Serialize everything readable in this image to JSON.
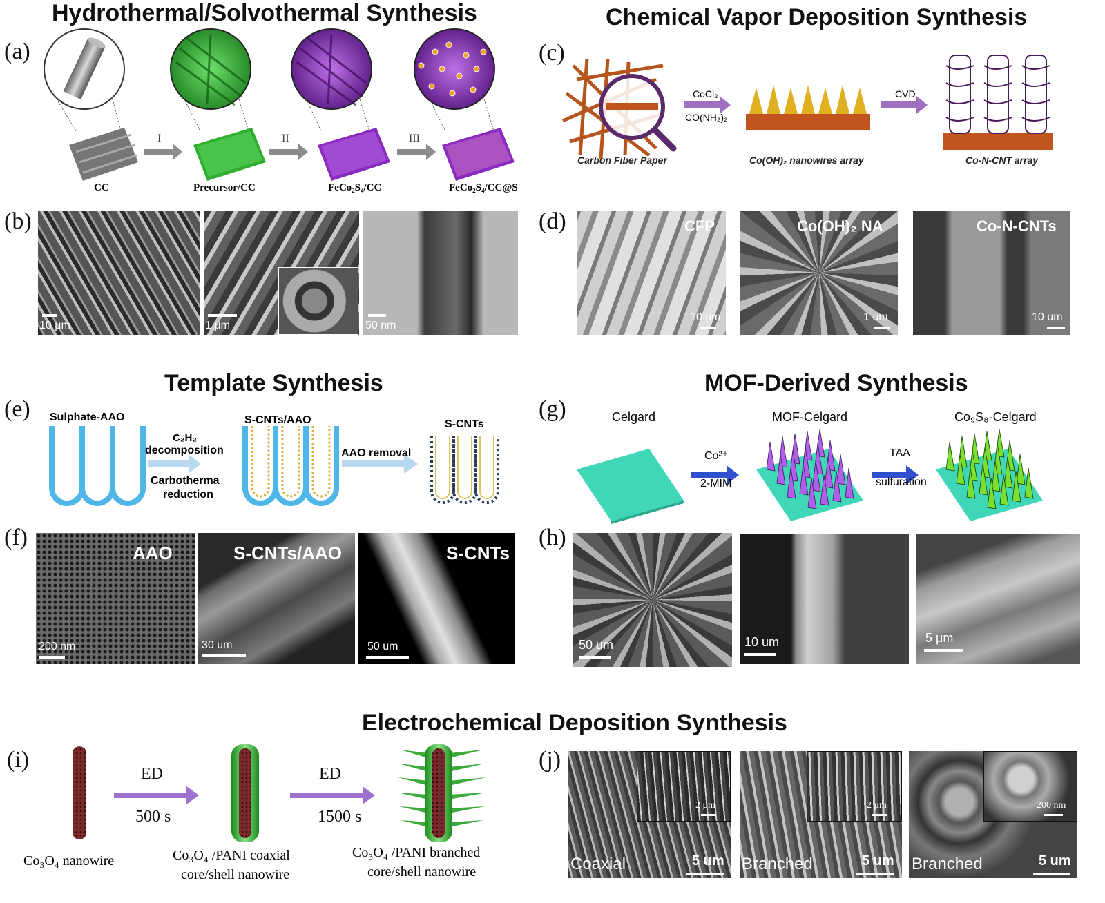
{
  "sections": {
    "hydro": "Hydrothermal/Solvothermal Synthesis",
    "cvd": "Chemical Vapor Deposition Synthesis",
    "template": "Template Synthesis",
    "mof": "MOF-Derived Synthesis",
    "electro": "Electrochemical Deposition Synthesis"
  },
  "panels": {
    "a": "(a)",
    "b": "(b)",
    "c": "(c)",
    "d": "(d)",
    "e": "(e)",
    "f": "(f)",
    "g": "(g)",
    "h": "(h)",
    "i": "(i)",
    "j": "(j)"
  },
  "a": {
    "steps": [
      "I",
      "II",
      "III"
    ],
    "labels": [
      "CC",
      "Precursor/CC",
      "FeCo₂S₄/CC",
      "FeCo₂S₄/CC@S"
    ]
  },
  "b": {
    "scales": [
      "10 μm",
      "1 μm",
      "50 nm"
    ]
  },
  "c": {
    "reagent1": "CoCl₂",
    "reagent2": "CO(NH₂)₂",
    "step2": "CVD",
    "labels": [
      "Carbon Fiber Paper",
      "Co(OH)₂ nanowires array",
      "Co-N-CNT array"
    ]
  },
  "d": {
    "labels": [
      "CFP",
      "Co(OH)₂ NA",
      "Co-N-CNTs"
    ],
    "scales": [
      "10 um",
      "1 um",
      "10 um"
    ]
  },
  "e": {
    "labels": [
      "Sulphate-AAO",
      "S-CNTs/AAO",
      "S-CNTs"
    ],
    "step1a": "C₂H₂",
    "step1b": "decomposition",
    "step1c": "Carbotherma",
    "step1d": "reduction",
    "step2": "AAO removal"
  },
  "f": {
    "labels": [
      "AAO",
      "S-CNTs/AAO",
      "S-CNTs"
    ],
    "scales": [
      "200 nm",
      "30 um",
      "50 um"
    ]
  },
  "g": {
    "labels": [
      "Celgard",
      "MOF-Celgard",
      "Co₉S₈-Celgard"
    ],
    "step1a": "Co²⁺",
    "step1b": "2-MIM",
    "step2a": "TAA",
    "step2b": "sulfuration"
  },
  "h": {
    "scales": [
      "50 um",
      "10 um",
      "5 μm"
    ]
  },
  "i": {
    "step": "ED",
    "time1": "500 s",
    "time2": "1500 s",
    "label1": "Co₃O₄ nanowire",
    "label2a": "Co₃O₄ /PANI coaxial",
    "label2b": "core/shell nanowire",
    "label3a": "Co₃O₄ /PANI branched",
    "label3b": "core/shell nanowire"
  },
  "j": {
    "labels": [
      "Coaxial",
      "Branched",
      "Branched"
    ],
    "scales": [
      "5 um",
      "5 um",
      "5 um"
    ],
    "inset_scales": [
      "2 μm",
      "2 μm",
      "200 nm"
    ]
  },
  "colors": {
    "arrow_gray": "#8c8c8c",
    "arrow_purple": "#a070c0",
    "arrow_blue": "#3050d0",
    "green": "#2a9a2a",
    "purple": "#7a2aa8",
    "aao_blue": "#4fb6e8",
    "celgard": "#40d6b8"
  }
}
